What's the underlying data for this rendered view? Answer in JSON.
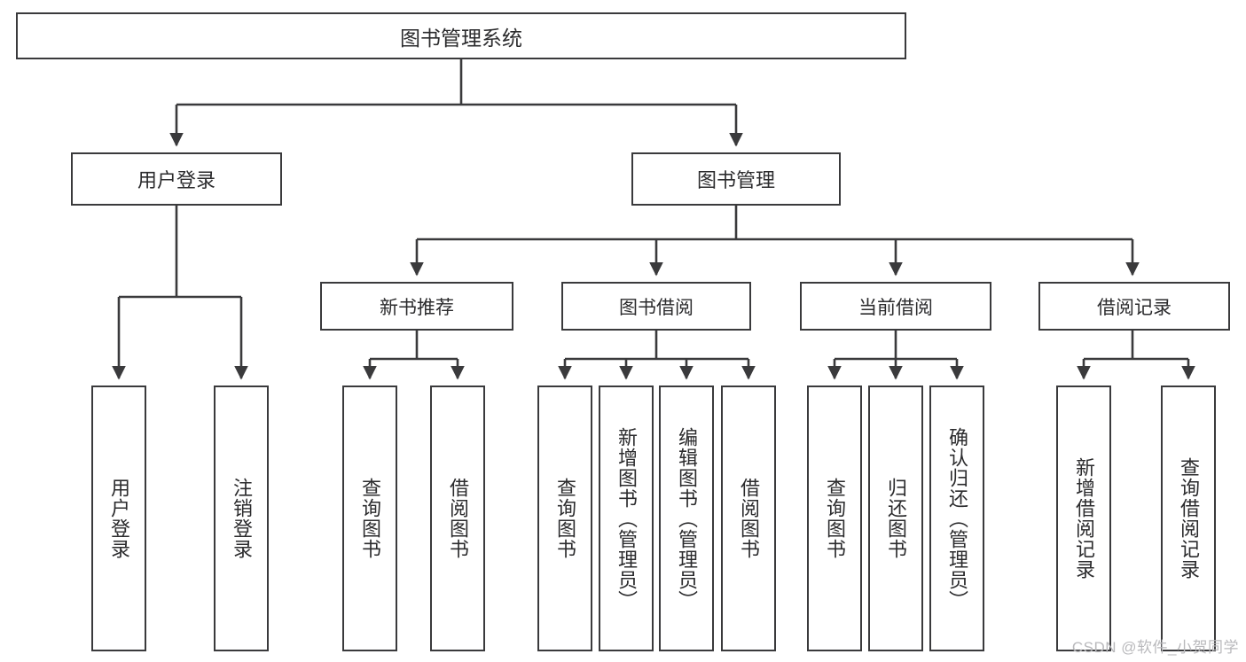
{
  "diagram": {
    "title": "图书管理系统",
    "type": "function-structure-tree",
    "stroke_color": "#3a3a3c",
    "fill_color": "#ffffff",
    "text_color": "#2b2b2d",
    "watermark": "CSDN @软件_小贺同学"
  },
  "nodes": {
    "root": {
      "label": "图书管理系统"
    },
    "level1": [
      {
        "id": "user-login",
        "label": "用户登录"
      },
      {
        "id": "book-management",
        "label": "图书管理"
      }
    ],
    "level2": [
      {
        "id": "new-book-recommend",
        "label": "新书推荐"
      },
      {
        "id": "book-borrow",
        "label": "图书借阅"
      },
      {
        "id": "current-borrow",
        "label": "当前借阅"
      },
      {
        "id": "borrow-record",
        "label": "借阅记录"
      }
    ],
    "leaves": [
      {
        "id": "leaf-user-login",
        "parent": "user-login",
        "label": "用户登录"
      },
      {
        "id": "leaf-logout",
        "parent": "user-login",
        "label": "注销登录"
      },
      {
        "id": "leaf-query-book-1",
        "parent": "new-book-recommend",
        "label": "查询图书"
      },
      {
        "id": "leaf-borrow-book-1",
        "parent": "new-book-recommend",
        "label": "借阅图书"
      },
      {
        "id": "leaf-query-book-2",
        "parent": "book-borrow",
        "label": "查询图书"
      },
      {
        "id": "leaf-add-book",
        "parent": "book-borrow",
        "label": "新增图书（管理员）"
      },
      {
        "id": "leaf-edit-book",
        "parent": "book-borrow",
        "label": "编辑图书（管理员）"
      },
      {
        "id": "leaf-borrow-book-2",
        "parent": "book-borrow",
        "label": "借阅图书"
      },
      {
        "id": "leaf-query-book-3",
        "parent": "current-borrow",
        "label": "查询图书"
      },
      {
        "id": "leaf-return-book",
        "parent": "current-borrow",
        "label": "归还图书"
      },
      {
        "id": "leaf-confirm-return",
        "parent": "current-borrow",
        "label": "确认归还（管理员）"
      },
      {
        "id": "leaf-add-record",
        "parent": "borrow-record",
        "label": "新增借阅记录"
      },
      {
        "id": "leaf-query-record",
        "parent": "borrow-record",
        "label": "查询借阅记录"
      }
    ]
  }
}
